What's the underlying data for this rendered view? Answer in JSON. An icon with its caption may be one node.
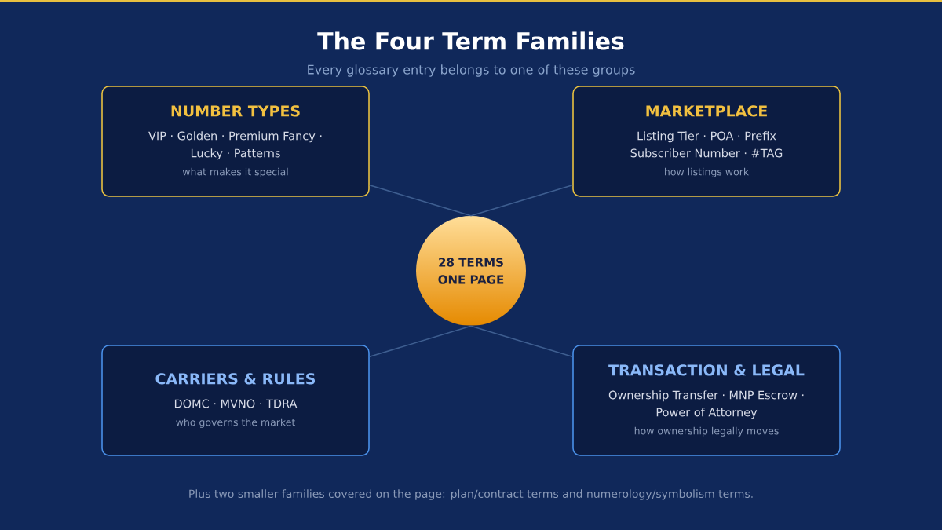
{
  "diagram": {
    "title": "The Four Term Families",
    "nodes": [
      {
        "text": [
          "NUMBER TYPES",
          "VIP · Golden · Premium Fancy · Lucky · Patterns",
          "what makes it special"
        ]
      },
      {
        "text": [
          "MARKETPLACE",
          "Listing Tier · POA · Prefix Subscriber Number · #TAG",
          "how listings work"
        ]
      },
      {
        "text": [
          "28 TERMS ONE PAGE"
        ]
      },
      {
        "text": [
          "CARRIERS & RULES",
          "DOMC · MVNO · TDRA",
          "who governs the market"
        ]
      },
      {
        "text": [
          "TRANSACTION & LEGAL",
          "Ownership Transfer · MNP Escrow · Power of Attorney",
          "how ownership legally moves"
        ]
      }
    ],
    "edges": [
      {
        "from": 2,
        "to": 0,
        "arrow": "none"
      },
      {
        "from": 2,
        "to": 1,
        "arrow": "none"
      },
      {
        "from": 2,
        "to": 3,
        "arrow": "none"
      },
      {
        "from": 2,
        "to": 4,
        "arrow": "none"
      }
    ],
    "labels": [
      "Every glossary entry belongs to one of these groups",
      "Plus two smaller families covered on the page: plan/contract terms and numerology/symbolism terms."
    ]
  }
}
